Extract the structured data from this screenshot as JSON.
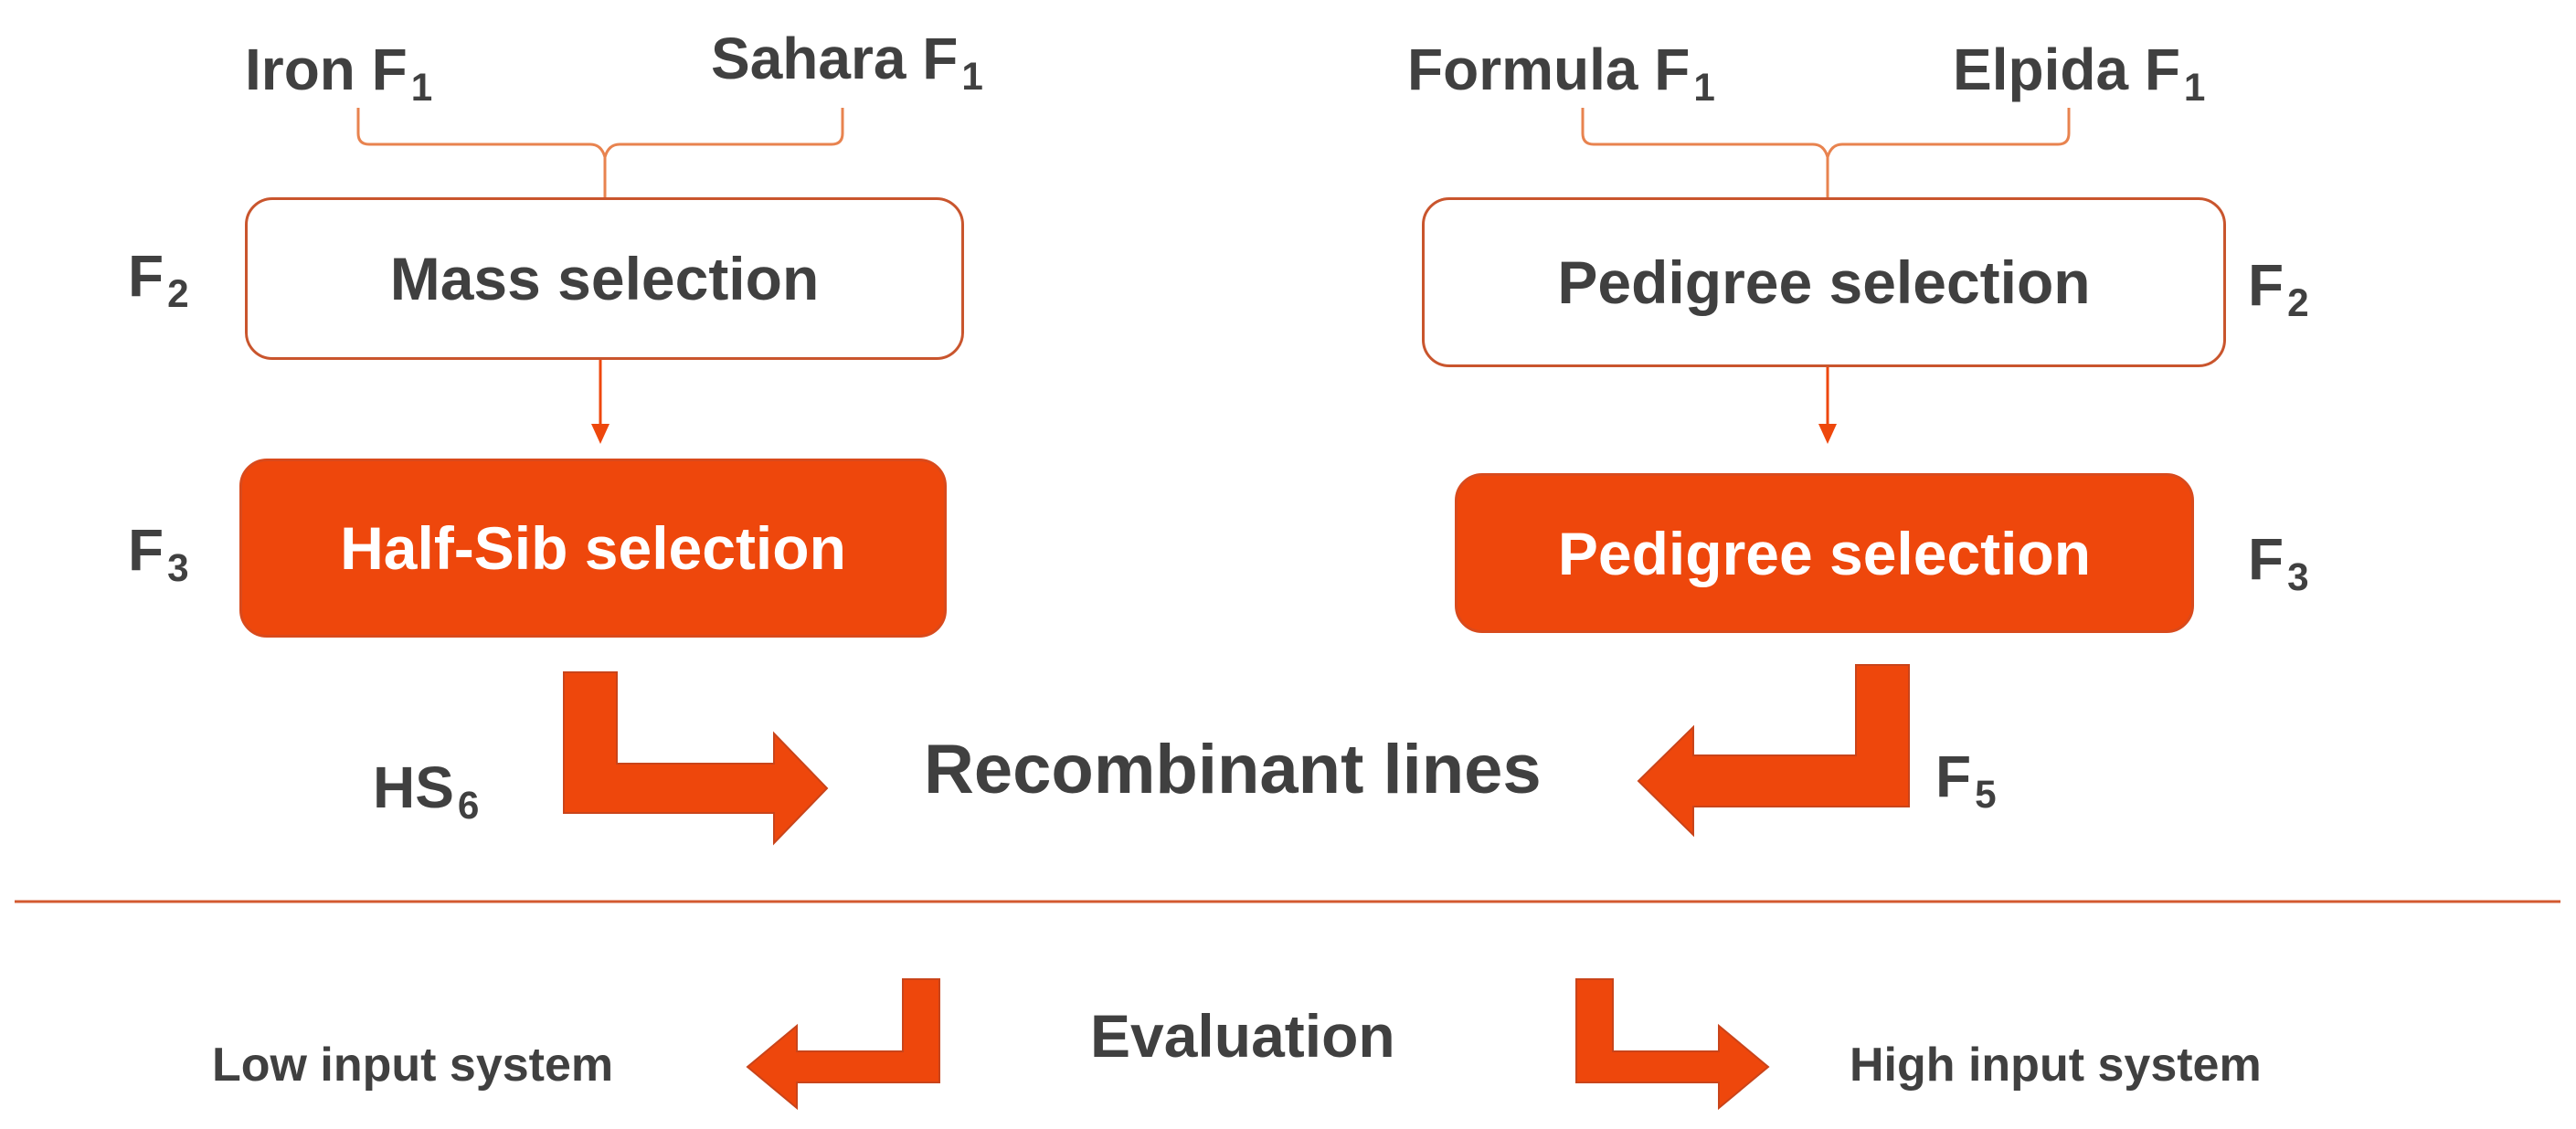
{
  "colors": {
    "accent": "#ee470c",
    "outline": "#c9552d",
    "text": "#404040"
  },
  "left": {
    "parent_a": {
      "name": "Iron F",
      "sub": "1"
    },
    "parent_b": {
      "name": "Sahara F",
      "sub": "1"
    },
    "box1": {
      "gen": "F",
      "gen_sub": "2",
      "label": "Mass selection"
    },
    "box2": {
      "gen": "F",
      "gen_sub": "3",
      "label": "Half-Sib selection"
    },
    "output": {
      "name": "HS",
      "sub": "6"
    }
  },
  "right": {
    "parent_a": {
      "name": "Formula F",
      "sub": "1"
    },
    "parent_b": {
      "name": "Elpida F",
      "sub": "1"
    },
    "box1": {
      "gen": "F",
      "gen_sub": "2",
      "label": "Pedigree selection"
    },
    "box2": {
      "gen": "F",
      "gen_sub": "3",
      "label": "Pedigree selection"
    },
    "output": {
      "name": "F",
      "sub": "5"
    }
  },
  "center": {
    "result": "Recombinant lines",
    "evaluation": "Evaluation"
  },
  "bottom": {
    "low": "Low input system",
    "high": "High input system"
  }
}
